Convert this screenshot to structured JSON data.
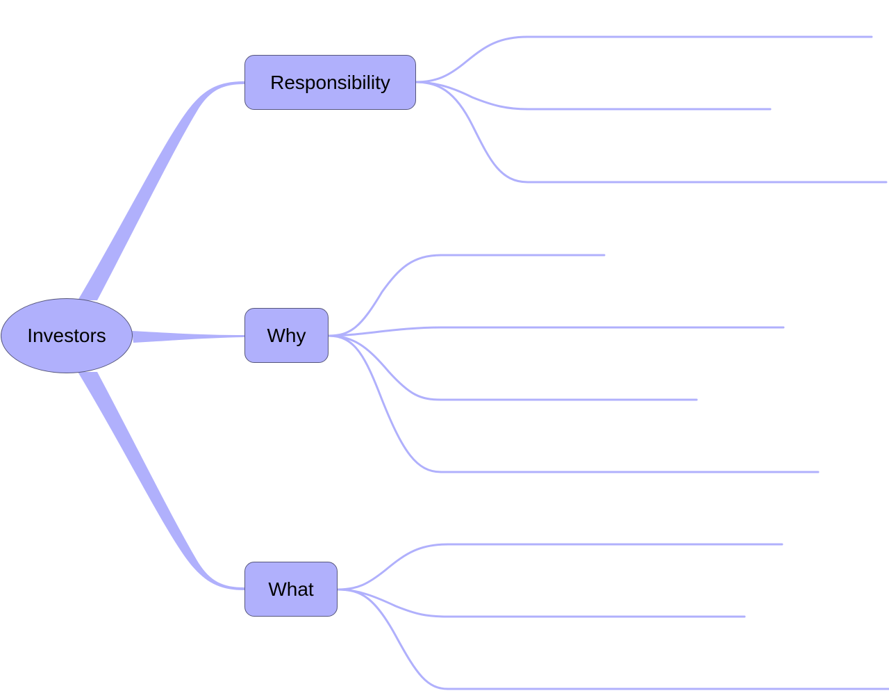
{
  "colors": {
    "branch": "#b0b0fc",
    "node_fill": "#b0b0fc",
    "node_border": "#55557a",
    "text": "#000000"
  },
  "mindmap": {
    "root": {
      "label": "Investors"
    },
    "topics": [
      {
        "id": "responsibility",
        "label": "Responsibility",
        "subtopic_count": 3
      },
      {
        "id": "why",
        "label": "Why",
        "subtopic_count": 4
      },
      {
        "id": "what",
        "label": "What",
        "subtopic_count": 3
      }
    ]
  }
}
